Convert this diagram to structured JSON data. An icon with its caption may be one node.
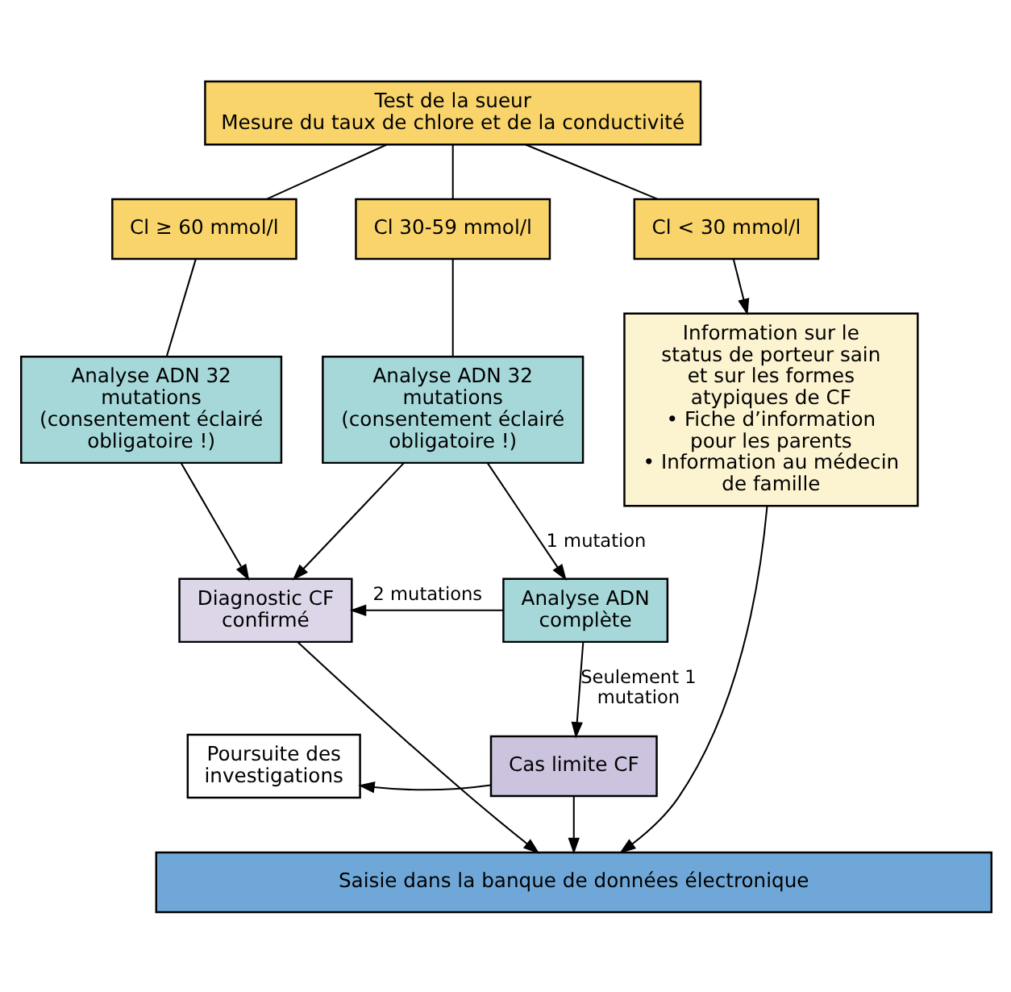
{
  "diagram": {
    "nodes": [
      {
        "text": [
          "Test de la sueur",
          "Mesure du taux de chlore et de la conductivité"
        ]
      },
      {
        "text": [
          "Cl ≥ 60 mmol/l"
        ]
      },
      {
        "text": [
          "Cl 30-59 mmol/l"
        ]
      },
      {
        "text": [
          "Cl < 30 mmol/l"
        ]
      },
      {
        "text": [
          "Analyse ADN 32 mutations (consentement éclairé obligatoire !)"
        ]
      },
      {
        "text": [
          "Analyse ADN 32 mutations (consentement éclairé obligatoire !)"
        ]
      },
      {
        "text": [
          "Information sur le status de porteur sain et sur les formes atypiques de CF",
          "• Fiche d’information pour les parents",
          "• Information au médecin de famille"
        ]
      },
      {
        "text": [
          "Diagnostic CF confirmé"
        ]
      },
      {
        "text": [
          "Analyse ADN complète"
        ]
      },
      {
        "text": [
          "Poursuite des investigations"
        ]
      },
      {
        "text": [
          "Cas limite CF"
        ]
      },
      {
        "text": [
          "Saisie dans la banque de données électronique"
        ]
      }
    ],
    "edges": [
      {
        "from": 0,
        "to": 1,
        "arrow": "none"
      },
      {
        "from": 0,
        "to": 2,
        "arrow": "none"
      },
      {
        "from": 0,
        "to": 3,
        "arrow": "none"
      },
      {
        "from": 1,
        "to": 4,
        "arrow": "none"
      },
      {
        "from": 2,
        "to": 5,
        "arrow": "none"
      },
      {
        "from": 3,
        "to": 6,
        "arrow": "to"
      },
      {
        "from": 4,
        "to": 7,
        "arrow": "to"
      },
      {
        "from": 5,
        "to": 7,
        "arrow": "to"
      },
      {
        "from": 5,
        "to": 8,
        "arrow": "to",
        "label": "1 mutation"
      },
      {
        "from": 8,
        "to": 7,
        "arrow": "to",
        "label": "2 mutations"
      },
      {
        "from": 8,
        "to": 10,
        "arrow": "to",
        "label": "Seulement 1 mutation"
      },
      {
        "from": 10,
        "to": 9,
        "arrow": "to"
      },
      {
        "from": 7,
        "to": 11,
        "arrow": "to"
      },
      {
        "from": 10,
        "to": 11,
        "arrow": "to"
      },
      {
        "from": 6,
        "to": 11,
        "arrow": "to"
      }
    ]
  }
}
